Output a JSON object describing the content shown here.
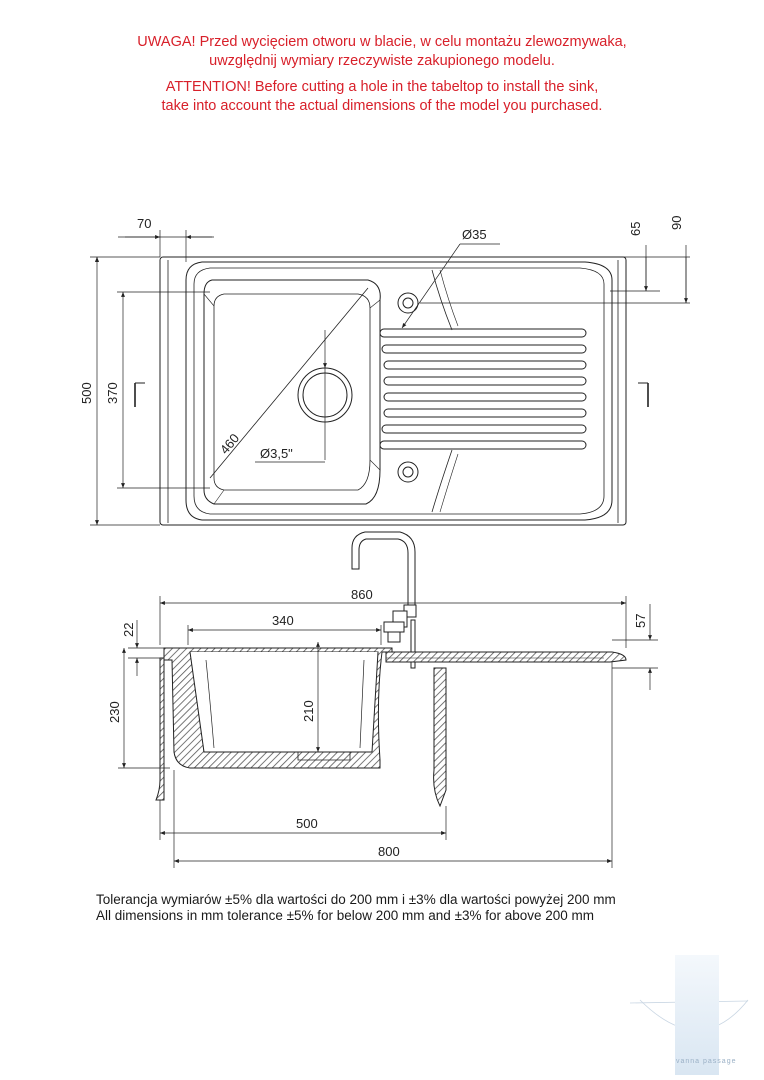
{
  "warning": {
    "pl_line1": "UWAGA! Przed wycięciem otworu w blacie, w celu montażu zlewozmywaka,",
    "pl_line2": "uwzględnij wymiary rzeczywiste zakupionego modelu.",
    "en_line1": "ATTENTION! Before cutting a hole in the tabeltop to install the sink,",
    "en_line2": "take into account the actual dimensions of the model you purchased."
  },
  "top_view": {
    "dim_70": "70",
    "dim_d35": "Ø35",
    "dim_65": "65",
    "dim_90": "90",
    "dim_500": "500",
    "dim_370": "370",
    "dim_460": "460",
    "dim_d35in": "Ø3,5\""
  },
  "section_view": {
    "dim_860": "860",
    "dim_340": "340",
    "dim_22": "22",
    "dim_57": "57",
    "dim_230": "230",
    "dim_210": "210",
    "dim_500": "500",
    "dim_800": "800"
  },
  "tolerance": {
    "pl": "Tolerancja wymiarów ±5% dla wartości do 200 mm i ±3% dla wartości powyżej 200 mm",
    "en": "All dimensions in mm tolerance ±5% for below 200 mm and ±3% for above 200 mm"
  },
  "colors": {
    "warning": "#d8202a",
    "line": "#222222",
    "hatch": "#555555"
  },
  "watermark": {
    "text": "vanna passage"
  }
}
